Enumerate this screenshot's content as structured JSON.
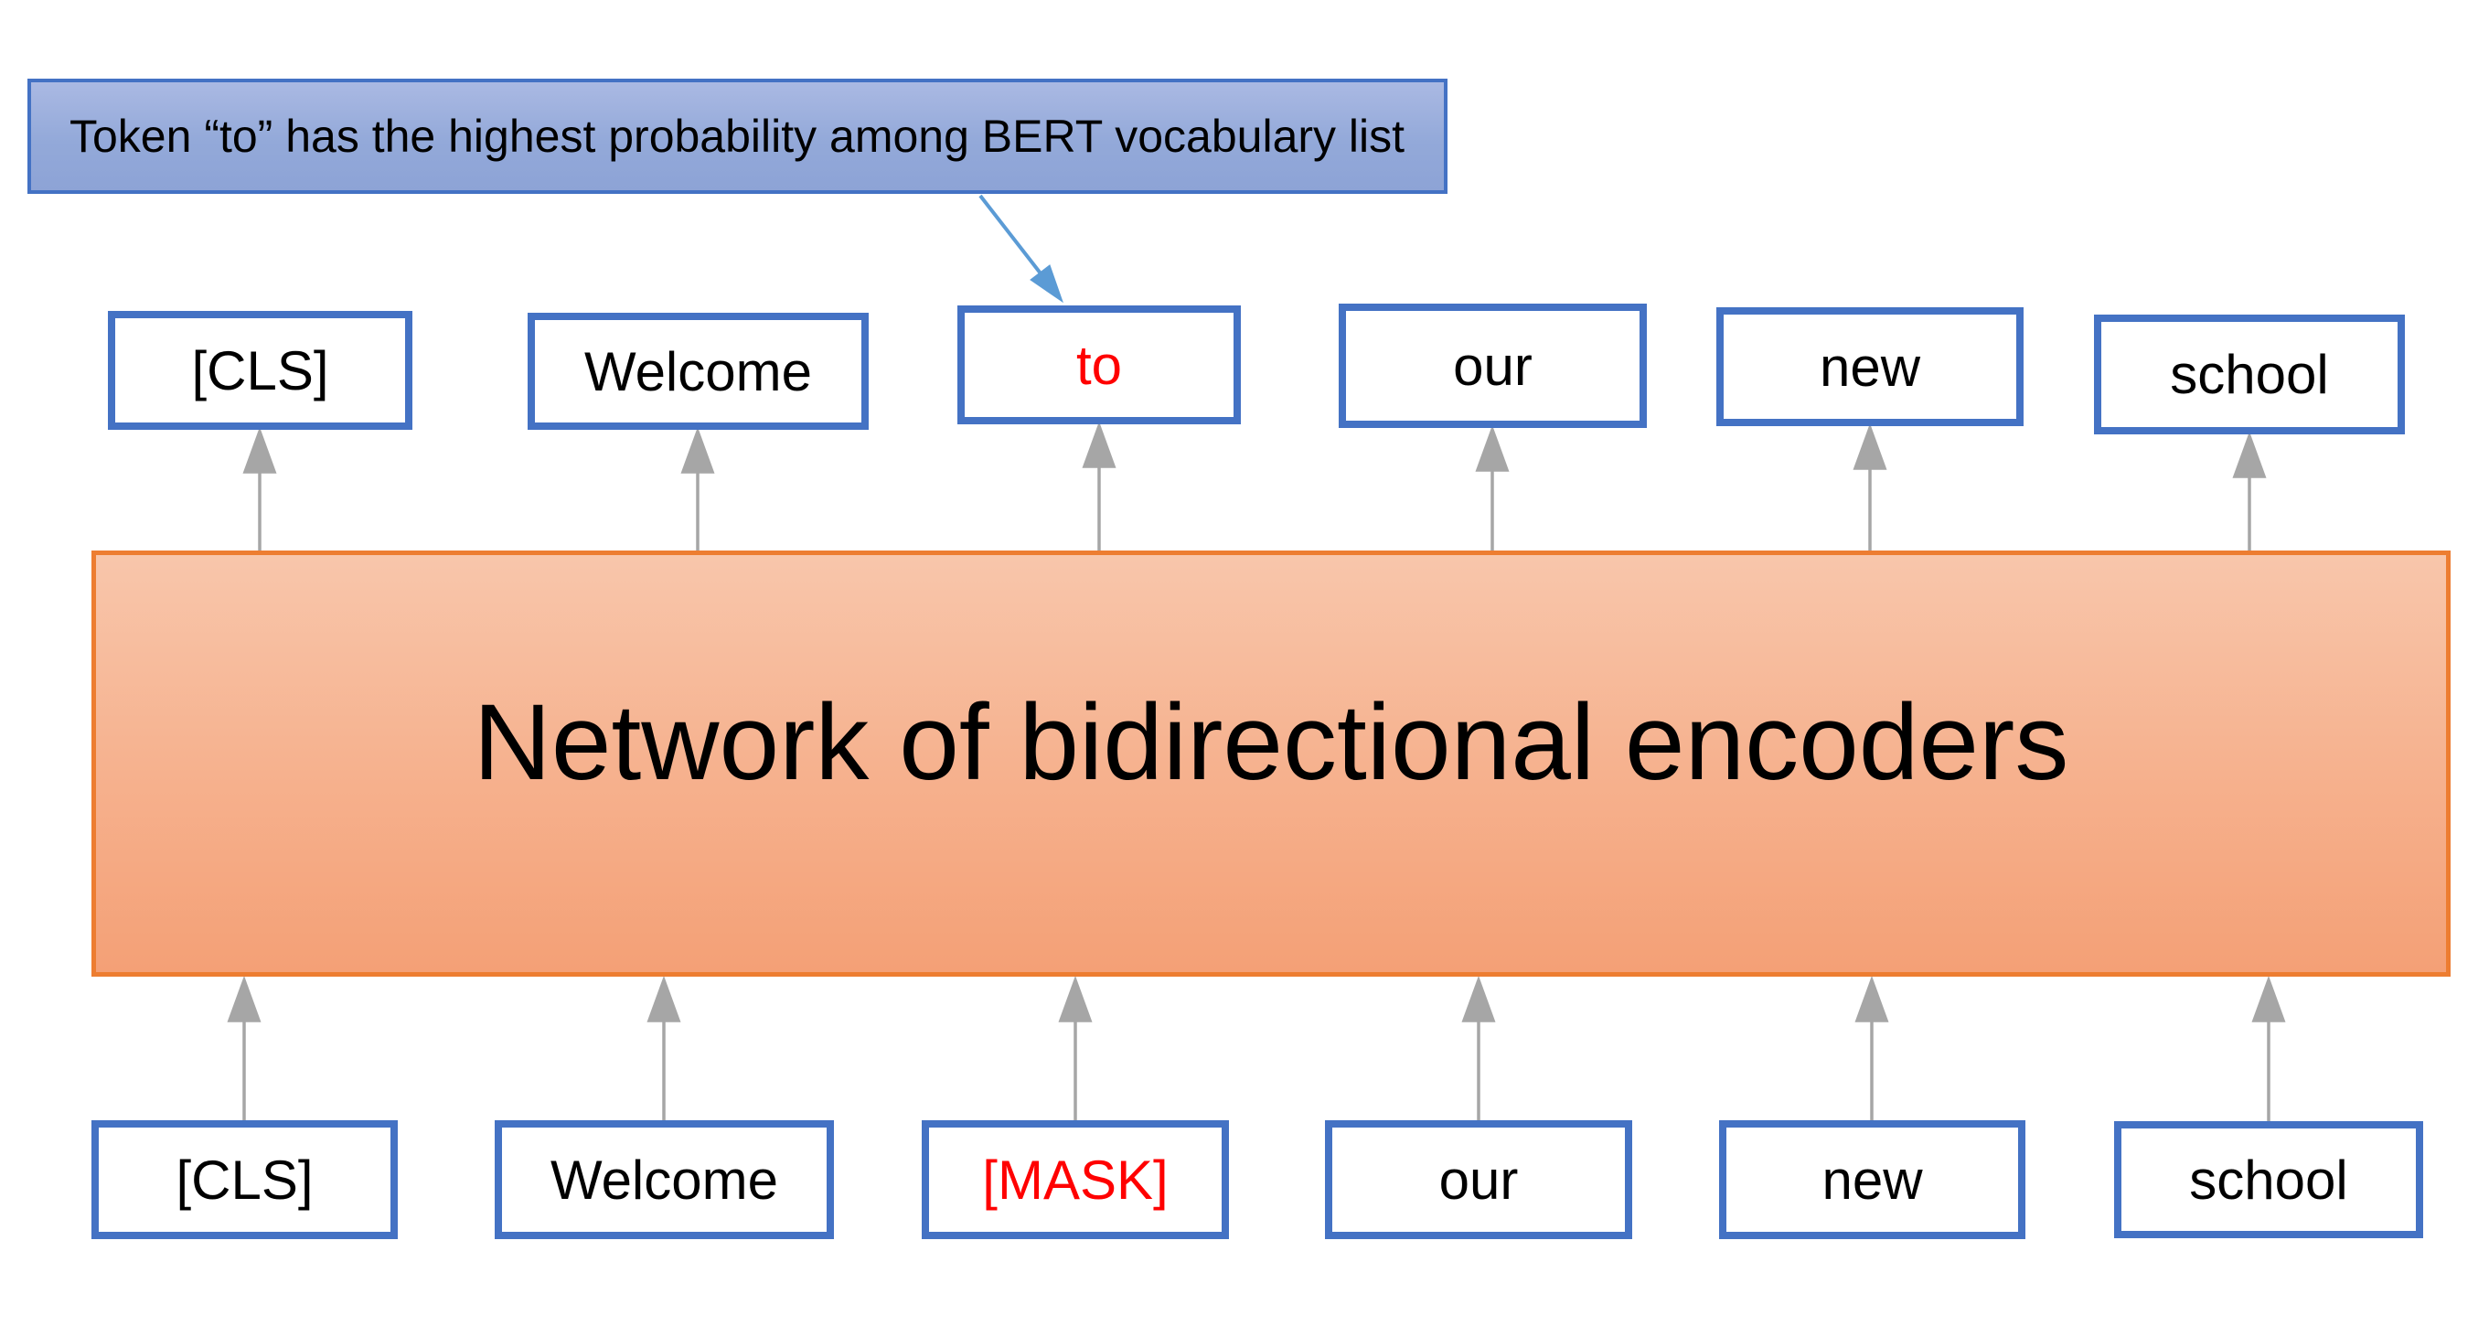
{
  "callout": {
    "text": "Token “to” has the highest probability among BERT vocabulary list"
  },
  "encoder": {
    "label": "Network of bidirectional encoders"
  },
  "output_row": {
    "tokens": [
      {
        "label": "[CLS]",
        "color": "#000000"
      },
      {
        "label": "Welcome",
        "color": "#000000"
      },
      {
        "label": "to",
        "color": "#FF0000"
      },
      {
        "label": "our",
        "color": "#000000"
      },
      {
        "label": "new",
        "color": "#000000"
      },
      {
        "label": "school",
        "color": "#000000"
      }
    ]
  },
  "input_row": {
    "tokens": [
      {
        "label": "[CLS]",
        "color": "#000000"
      },
      {
        "label": "Welcome",
        "color": "#000000"
      },
      {
        "label": "[MASK]",
        "color": "#FF0000"
      },
      {
        "label": "our",
        "color": "#000000"
      },
      {
        "label": "new",
        "color": "#000000"
      },
      {
        "label": "school",
        "color": "#000000"
      }
    ]
  },
  "colors": {
    "token_border_blue": "#4472C4",
    "callout_fill_top": "#AAB9E3",
    "callout_fill_bottom": "#8DA3D6",
    "encoder_border_orange": "#ED7D31",
    "encoder_fill_top": "#F8C6AB",
    "encoder_fill_bottom": "#F4A076",
    "flow_arrow_gray": "#A6A6A6",
    "pointer_arrow_blue": "#5B9BD5",
    "highlight_red": "#FF0000"
  }
}
